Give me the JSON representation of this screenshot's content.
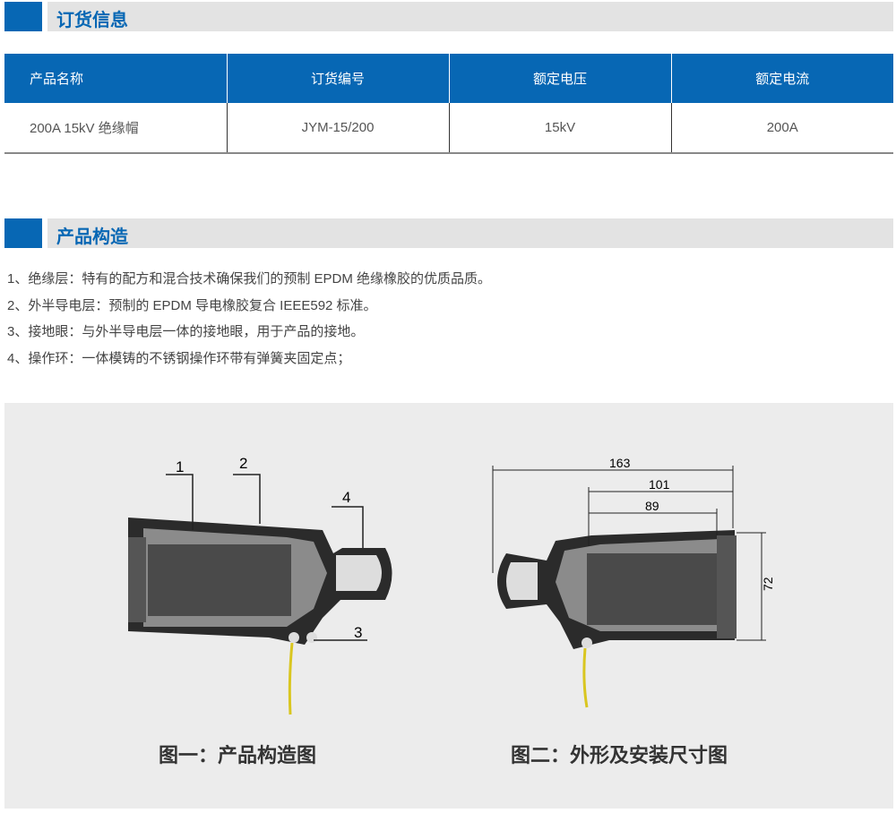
{
  "section1": {
    "title": "订货信息"
  },
  "table": {
    "headers": [
      "产品名称",
      "订货编号",
      "额定电压",
      "额定电流"
    ],
    "rows": [
      [
        "200A 15kV 绝缘帽",
        "JYM-15/200",
        "15kV",
        "200A"
      ]
    ]
  },
  "section2": {
    "title": "产品构造"
  },
  "features": [
    "1、绝缘层：特有的配方和混合技术确保我们的预制 EPDM 绝缘橡胶的优质品质。",
    "2、外半导电层：预制的 EPDM 导电橡胶复合 IEEE592 标准。",
    "3、接地眼：与外半导电层一体的接地眼，用于产品的接地。",
    "4、操作环：一体模铸的不锈钢操作环带有弹簧夹固定点；"
  ],
  "figure1": {
    "caption": "图一：产品构造图",
    "labels": [
      "1",
      "2",
      "3",
      "4"
    ]
  },
  "figure2": {
    "caption": "图二：外形及安装尺寸图",
    "dims": [
      "163",
      "101",
      "89",
      "72"
    ]
  },
  "colors": {
    "accent": "#0767b4",
    "panel": "#ececec"
  }
}
